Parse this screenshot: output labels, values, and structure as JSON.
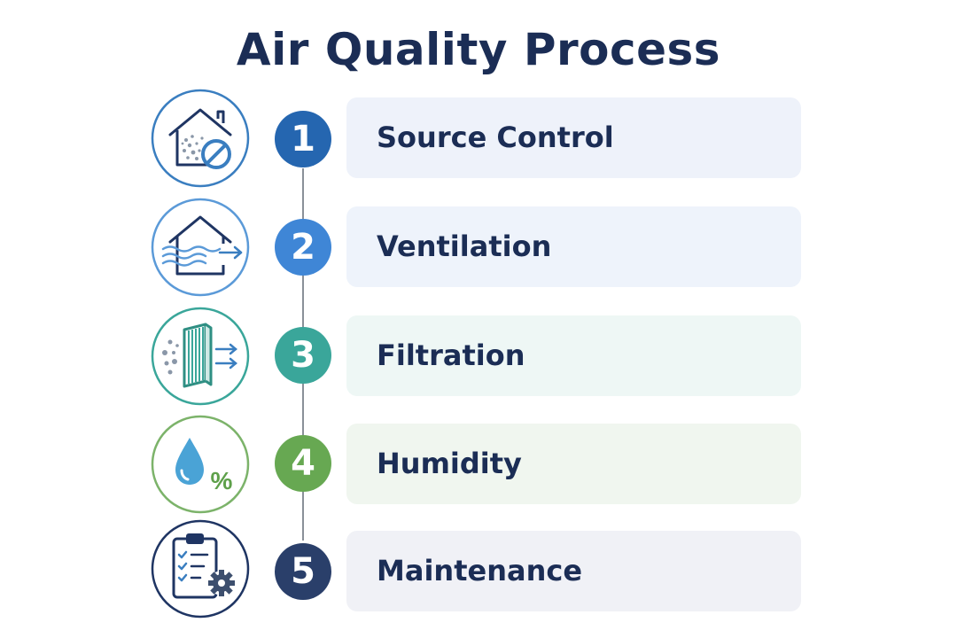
{
  "title": "Air Quality Process",
  "steps": [
    {
      "number": "1",
      "label": "Source Control",
      "icon": "house-particles-no-icon",
      "color": "#2566b0",
      "ring": "#3a7ec0",
      "card": "#eef2fa"
    },
    {
      "number": "2",
      "label": "Ventilation",
      "icon": "house-airflow-icon",
      "color": "#3f86d6",
      "ring": "#5b9ad8",
      "card": "#eef3fb"
    },
    {
      "number": "3",
      "label": "Filtration",
      "icon": "air-filter-icon",
      "color": "#3aa69a",
      "ring": "#3aa69a",
      "card": "#eef7f5"
    },
    {
      "number": "4",
      "label": "Humidity",
      "icon": "water-drop-percent-icon",
      "color": "#67a852",
      "ring": "#7cb36a",
      "card": "#f0f6ef"
    },
    {
      "number": "5",
      "label": "Maintenance",
      "icon": "clipboard-checklist-gear-icon",
      "color": "#2a3f6a",
      "ring": "#1f3563",
      "card": "#f0f1f6"
    }
  ]
}
